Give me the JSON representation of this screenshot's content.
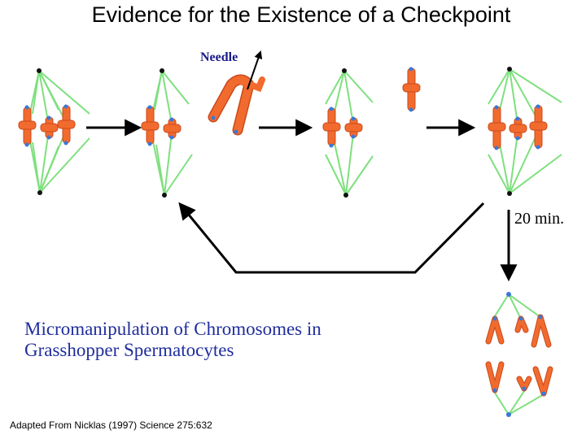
{
  "title": "Evidence for the Existence of a Checkpoint",
  "needle_label": "Needle",
  "time_label": "20 min.",
  "caption": {
    "line1": "Micromanipulation of Chromosomes in",
    "line2": "Grasshopper Spermatocytes"
  },
  "credit": "Adapted From Nicklas (1997) Science 275:632",
  "colors": {
    "spindle": "#7ee07e",
    "chromosome": "#f26b2e",
    "kinetochore": "#3a78d8",
    "pole": "#111111",
    "arrow": "#000000",
    "caption": "#1f2e9c"
  }
}
